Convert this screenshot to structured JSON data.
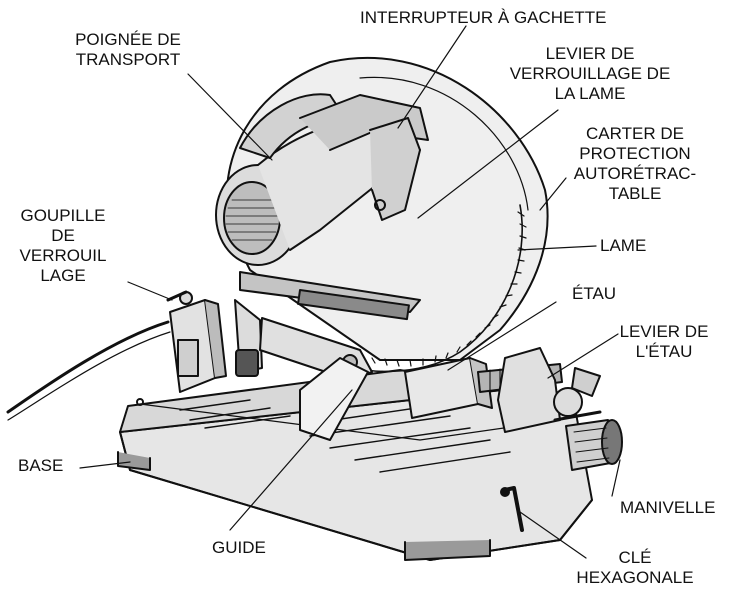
{
  "labels": {
    "trigger_switch": "INTERRUPTEUR À GACHETTE",
    "carry_handle": [
      "POIGNÉE DE",
      "TRANSPORT"
    ],
    "blade_lock_lever": [
      "LEVIER DE",
      "VERROUILLAGE DE",
      "LA LAME"
    ],
    "guard": [
      "CARTER DE",
      "PROTECTION",
      "AUTORÉTRAC-",
      "TABLE"
    ],
    "lock_pin": [
      "GOUPILLE",
      "DE",
      "VERROUIL",
      "LAGE"
    ],
    "blade": "LAME",
    "vise": "ÉTAU",
    "vise_lever": [
      "LEVIER DE",
      "L'ÉTAU"
    ],
    "base": "BASE",
    "crank": "MANIVELLE",
    "fence": "GUIDE",
    "hex_key": [
      "CLÉ",
      "HEXAGONALE"
    ]
  },
  "colors": {
    "line": "#111111",
    "fill_light": "#e6e6e6",
    "fill_mid": "#c8c8c8",
    "fill_dark": "#7a7a7a",
    "background": "#ffffff"
  }
}
